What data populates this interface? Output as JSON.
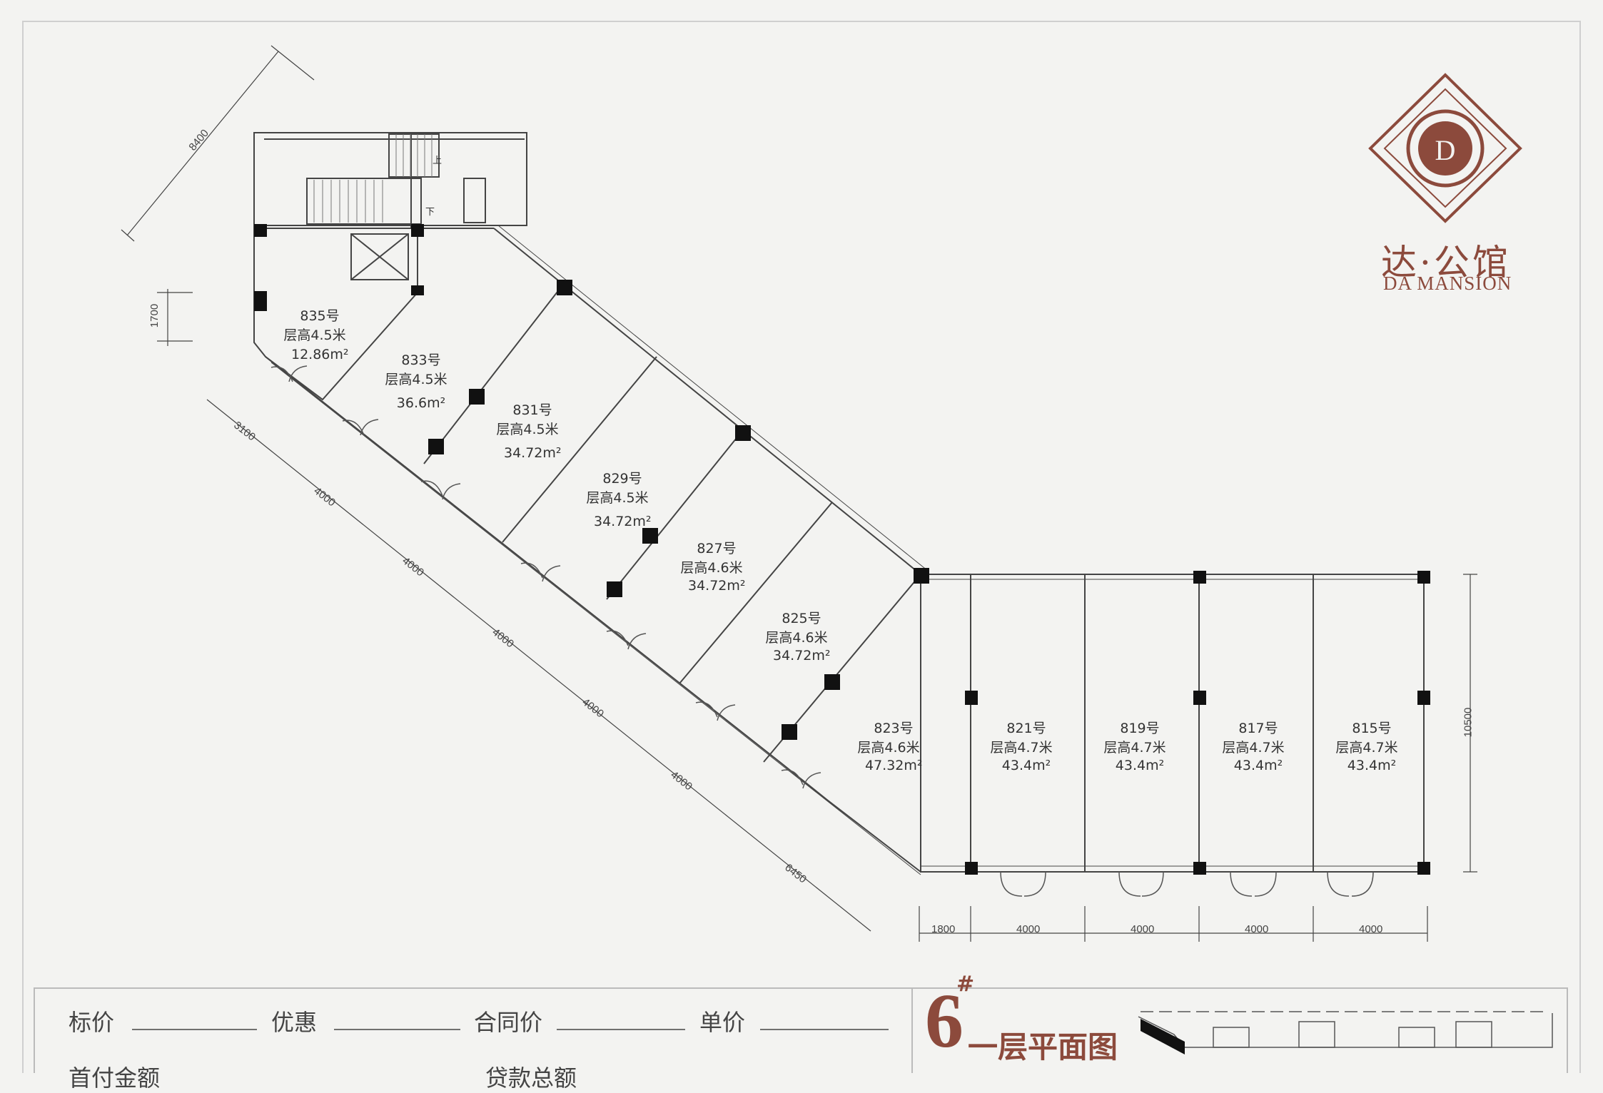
{
  "brand": {
    "name_cn": "达·公馆",
    "name_en": "DA MANSION"
  },
  "stair_labels": {
    "up": "上",
    "down": "下"
  },
  "rooms": [
    {
      "id": "835",
      "name": "835号",
      "height": "层高4.5米",
      "area": "12.86m²"
    },
    {
      "id": "833",
      "name": "833号",
      "height": "层高4.5米",
      "area": "36.6m²"
    },
    {
      "id": "831",
      "name": "831号",
      "height": "层高4.5米",
      "area": "34.72m²"
    },
    {
      "id": "829",
      "name": "829号",
      "height": "层高4.5米",
      "area": "34.72m²"
    },
    {
      "id": "827",
      "name": "827号",
      "height": "层高4.6米",
      "area": "34.72m²"
    },
    {
      "id": "825",
      "name": "825号",
      "height": "层高4.6米",
      "area": "34.72m²"
    },
    {
      "id": "823",
      "name": "823号",
      "height": "层高4.6米",
      "area": "47.32m²"
    },
    {
      "id": "821",
      "name": "821号",
      "height": "层高4.7米",
      "area": "43.4m²"
    },
    {
      "id": "819",
      "name": "819号",
      "height": "层高4.7米",
      "area": "43.4m²"
    },
    {
      "id": "817",
      "name": "817号",
      "height": "层高4.7米",
      "area": "43.4m²"
    },
    {
      "id": "815",
      "name": "815号",
      "height": "层高4.7米",
      "area": "43.4m²"
    }
  ],
  "dimensions": {
    "top_diag": "8400",
    "left": "1700",
    "right": "10500",
    "diagonal": [
      "3100",
      "4000",
      "4000",
      "4000",
      "4000",
      "4000",
      "6450"
    ],
    "bottom": [
      "1800",
      "4000",
      "4000",
      "4000",
      "4000"
    ]
  },
  "form": {
    "list_price": "标价",
    "discount": "优惠",
    "contract_price": "合同价",
    "unit_price": "单价",
    "down_payment": "首付金额",
    "loan_total": "贷款总额"
  },
  "plan_title": {
    "building": "6",
    "mark": "#",
    "floor": "一层平面图"
  },
  "colors": {
    "brand": "#8c4a3c",
    "line": "#333333",
    "background": "#f3f3f1"
  }
}
